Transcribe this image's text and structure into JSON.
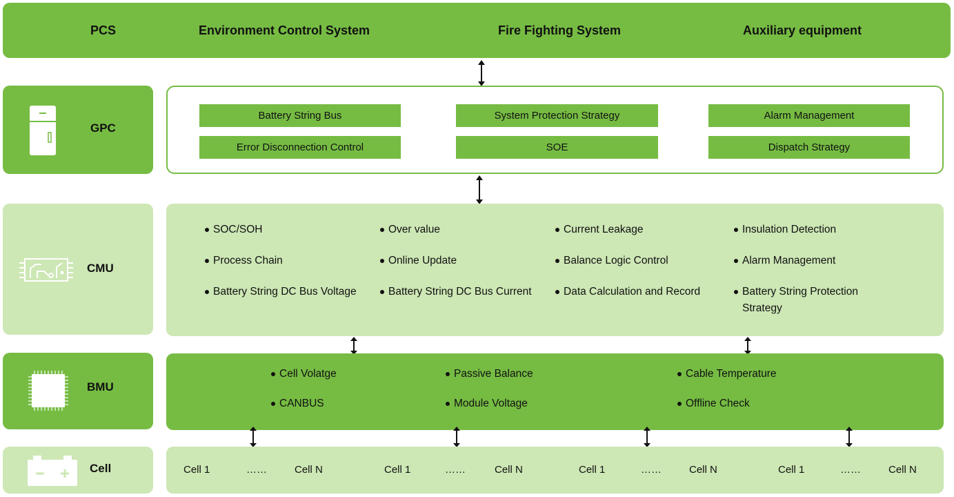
{
  "top_bar": {
    "labels": [
      "PCS",
      "Environment Control System",
      "Fire Fighting System",
      "Auxiliary equipment"
    ]
  },
  "gpc": {
    "label": "GPC",
    "functions": [
      "Battery String Bus",
      "System Protection Strategy",
      "Alarm Management",
      "Error Disconnection Control",
      "SOE",
      "Dispatch Strategy"
    ]
  },
  "cmu": {
    "label": "CMU",
    "columns": [
      [
        "SOC/SOH",
        "Process Chain",
        "Battery String DC Bus Voltage"
      ],
      [
        "Over value",
        "Online Update",
        "Battery String DC Bus Current"
      ],
      [
        "Current Leakage",
        "Balance Logic Control",
        "Data Calculation and Record"
      ],
      [
        "Insulation Detection",
        "Alarm Management",
        "Battery String Protection Strategy"
      ]
    ]
  },
  "bmu": {
    "label": "BMU",
    "columns": [
      [
        "Cell Volatge",
        "CANBUS"
      ],
      [
        "Passive Balance",
        "Module Voltage"
      ],
      [
        "Cable Temperature",
        "Offline Check"
      ]
    ]
  },
  "cell": {
    "label": "Cell",
    "groups": [
      [
        "Cell 1",
        "……",
        "Cell N"
      ],
      [
        "Cell 1",
        "……",
        "Cell N"
      ],
      [
        "Cell 1",
        "……",
        "Cell N"
      ],
      [
        "Cell 1",
        "……",
        "Cell N"
      ]
    ]
  },
  "colors": {
    "dark_green": "#76bc43",
    "light_green": "#cde7b5"
  },
  "icons": [
    "refrigerator-cabinet-icon",
    "circuit-board-icon",
    "chip-icon",
    "battery-icon"
  ]
}
